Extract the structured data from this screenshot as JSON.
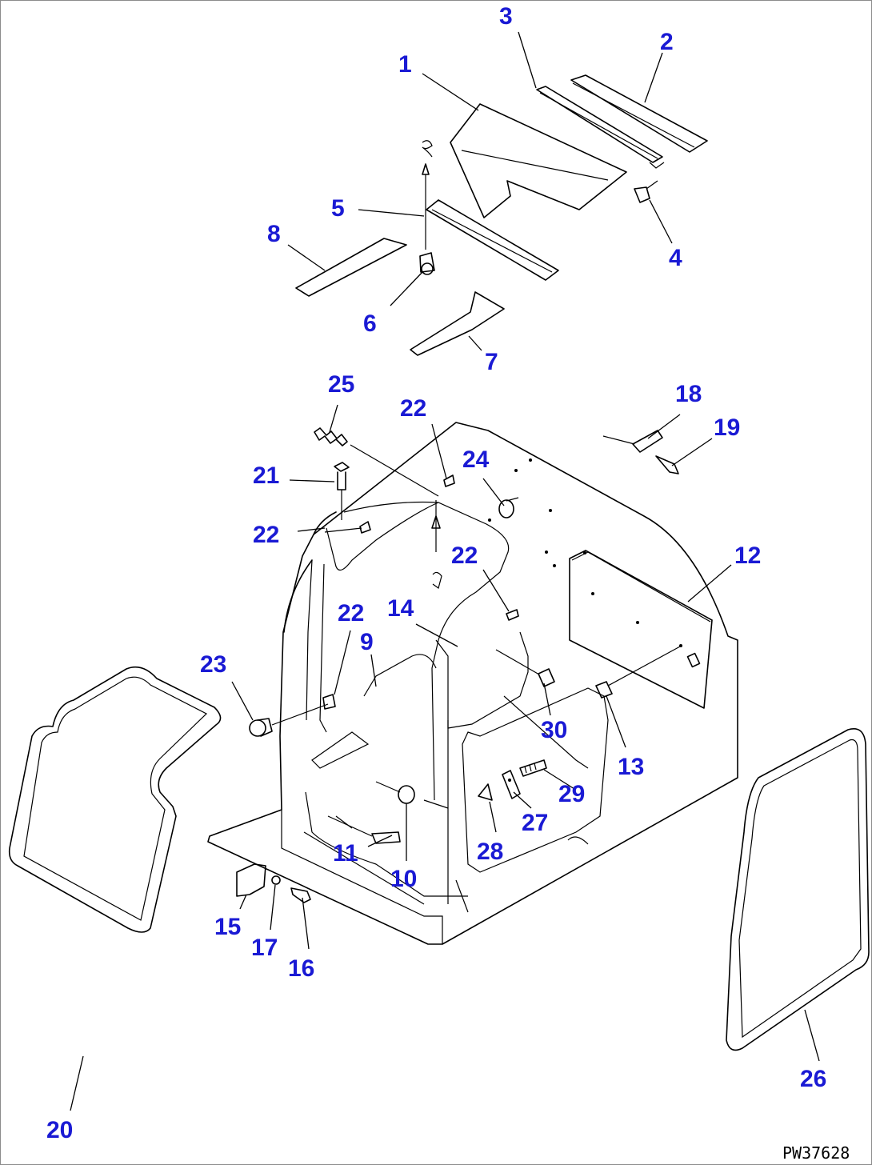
{
  "figure": {
    "drawing_code": "PW37628",
    "callout_color": "#1a1ad4",
    "callouts": [
      {
        "id": "1",
        "label": "1"
      },
      {
        "id": "2",
        "label": "2"
      },
      {
        "id": "3",
        "label": "3"
      },
      {
        "id": "4",
        "label": "4"
      },
      {
        "id": "5",
        "label": "5"
      },
      {
        "id": "6",
        "label": "6"
      },
      {
        "id": "7",
        "label": "7"
      },
      {
        "id": "8",
        "label": "8"
      },
      {
        "id": "9",
        "label": "9"
      },
      {
        "id": "10",
        "label": "10"
      },
      {
        "id": "11",
        "label": "11"
      },
      {
        "id": "12",
        "label": "12"
      },
      {
        "id": "13",
        "label": "13"
      },
      {
        "id": "14",
        "label": "14"
      },
      {
        "id": "15",
        "label": "15"
      },
      {
        "id": "16",
        "label": "16"
      },
      {
        "id": "17",
        "label": "17"
      },
      {
        "id": "18",
        "label": "18"
      },
      {
        "id": "19",
        "label": "19"
      },
      {
        "id": "20",
        "label": "20"
      },
      {
        "id": "21",
        "label": "21"
      },
      {
        "id": "22a",
        "label": "22"
      },
      {
        "id": "22b",
        "label": "22"
      },
      {
        "id": "22c",
        "label": "22"
      },
      {
        "id": "22d",
        "label": "22"
      },
      {
        "id": "23",
        "label": "23"
      },
      {
        "id": "24",
        "label": "24"
      },
      {
        "id": "25",
        "label": "25"
      },
      {
        "id": "26",
        "label": "26"
      },
      {
        "id": "27",
        "label": "27"
      },
      {
        "id": "28",
        "label": "28"
      },
      {
        "id": "29",
        "label": "29"
      },
      {
        "id": "30",
        "label": "30"
      }
    ]
  }
}
